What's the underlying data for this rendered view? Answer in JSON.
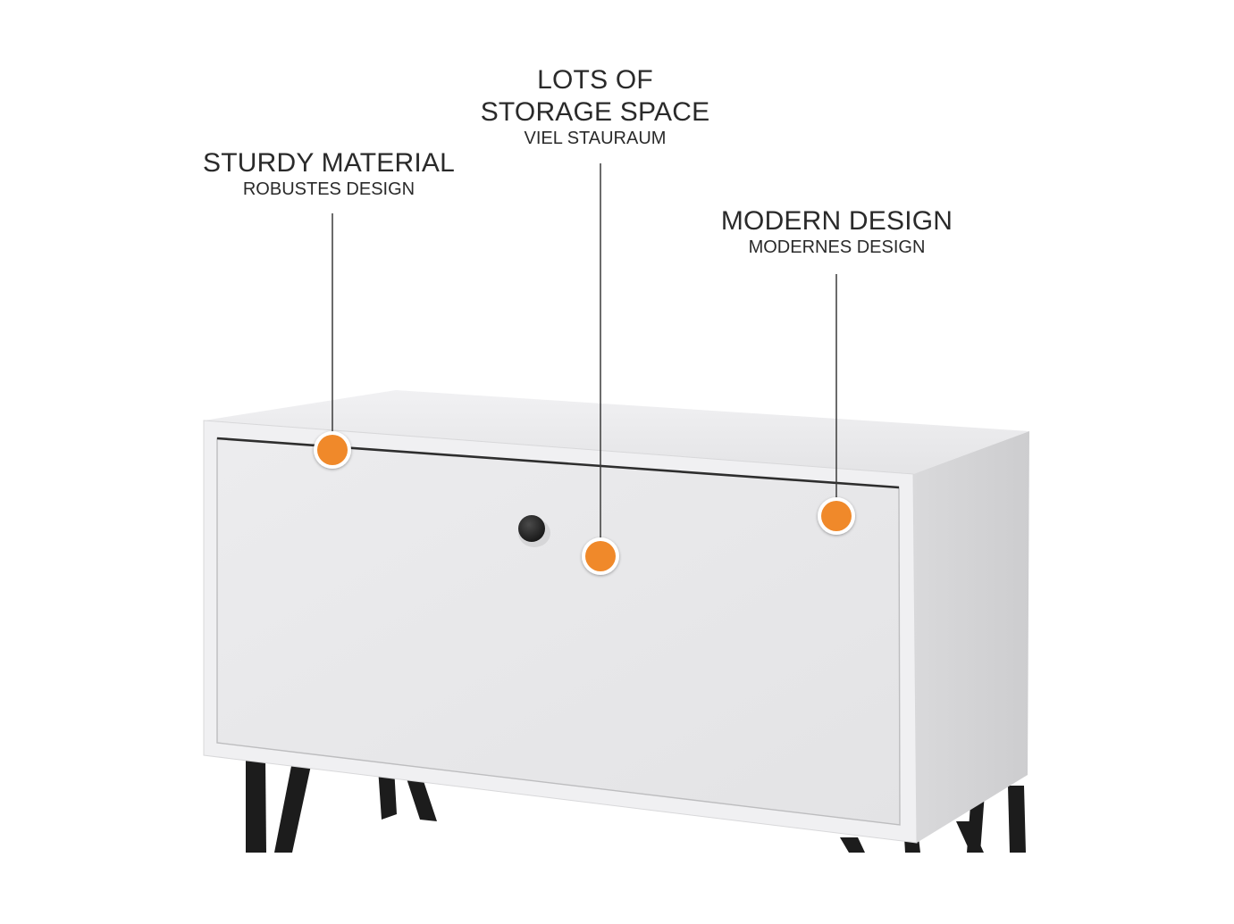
{
  "callouts": {
    "sturdy": {
      "title": "STURDY MATERIAL",
      "subtitle": "ROBUSTES DESIGN"
    },
    "storage": {
      "title_line1": "LOTS OF",
      "title_line2": "STORAGE SPACE",
      "subtitle": "VIEL STAURAUM"
    },
    "modern": {
      "title": "MODERN DESIGN",
      "subtitle": "MODERNES DESIGN"
    }
  },
  "colors": {
    "marker": "#f0892a",
    "marker_ring": "#ffffff",
    "leader_line": "#3a3a3a",
    "cabinet_front": "#e9e9eb",
    "cabinet_top": "#ececee",
    "cabinet_side": "#d3d3d5",
    "legs": "#1c1c1c",
    "knob": "#2a2a2a"
  },
  "icons": {
    "marker": "orange-dot-marker",
    "knob": "round-knob"
  }
}
